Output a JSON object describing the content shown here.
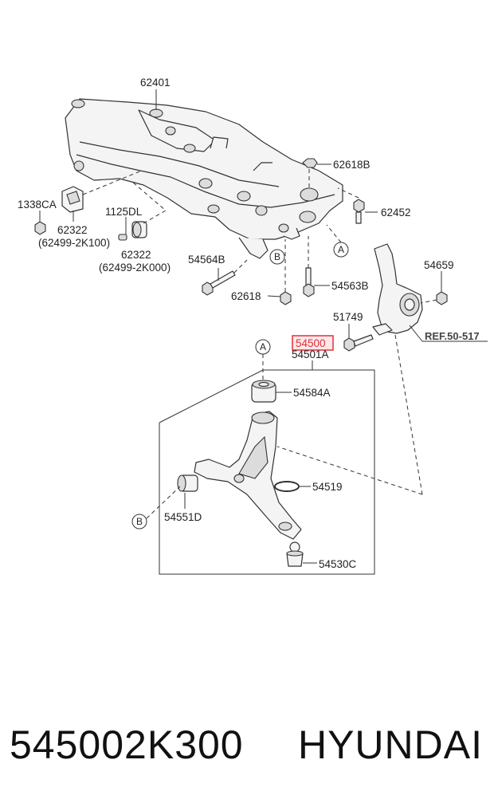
{
  "diagram": {
    "labels": {
      "l62401": "62401",
      "l62618B": "62618B",
      "l1338CA": "1338CA",
      "l62452": "62452",
      "l1125DL": "1125DL",
      "l62322a": "62322",
      "l62499a": "(62499-2K100)",
      "l62322b": "62322",
      "l62499b": "(62499-2K000)",
      "l54564B": "54564B",
      "l54659": "54659",
      "l62618": "62618",
      "l54563B": "54563B",
      "l51749": "51749",
      "l54500": "54500",
      "l54501A": "54501A",
      "l54584A": "54584A",
      "l54519": "54519",
      "l54551D": "54551D",
      "l54530C": "54530C",
      "ref": "REF.50-517"
    },
    "markers": {
      "a_top": "A",
      "b_top": "B",
      "a_bottom": "A",
      "b_bottom": "B"
    },
    "highlight_color": "#e0303a"
  },
  "footer": {
    "part_number": "545002K300",
    "brand": "HYUNDAI"
  }
}
